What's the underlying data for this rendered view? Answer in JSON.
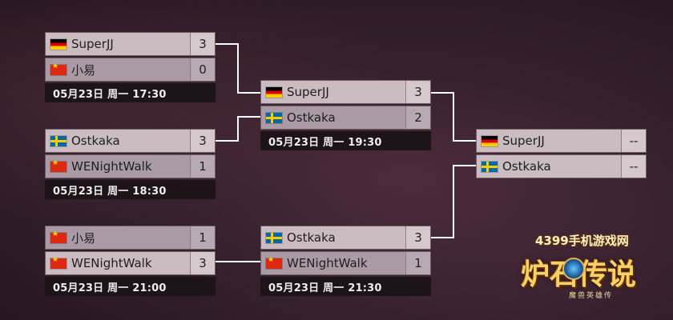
{
  "matches": [
    {
      "p1": {
        "name": "SuperJJ",
        "flag": "de",
        "score": "3"
      },
      "p2": {
        "name": "小易",
        "flag": "cn",
        "score": "0"
      },
      "time": "05月23日 周一 17:30"
    },
    {
      "p1": {
        "name": "Ostkaka",
        "flag": "se",
        "score": "3"
      },
      "p2": {
        "name": "WENightWalk",
        "flag": "cn",
        "score": "1"
      },
      "time": "05月23日 周一 18:30"
    },
    {
      "p1": {
        "name": "小易",
        "flag": "cn",
        "score": "1"
      },
      "p2": {
        "name": "WENightWalk",
        "flag": "cn",
        "score": "3"
      },
      "time": "05月23日 周一 21:00"
    },
    {
      "p1": {
        "name": "SuperJJ",
        "flag": "de",
        "score": "3"
      },
      "p2": {
        "name": "Ostkaka",
        "flag": "se",
        "score": "2"
      },
      "time": "05月23日 周一 19:30"
    },
    {
      "p1": {
        "name": "Ostkaka",
        "flag": "se",
        "score": "3"
      },
      "p2": {
        "name": "WENightWalk",
        "flag": "cn",
        "score": "1"
      },
      "time": "05月23日 周一 21:30"
    },
    {
      "p1": {
        "name": "SuperJJ",
        "flag": "de",
        "score": "--"
      },
      "p2": {
        "name": "Ostkaka",
        "flag": "se",
        "score": "--"
      }
    }
  ],
  "logo": {
    "site": "4399手机游戏网",
    "game": "炉石传说",
    "sub": "魔兽英雄传"
  },
  "colors": {
    "connector": "#ffffff",
    "time_bg": "#1d141a",
    "winner_row": "#cbbcc2",
    "loser_row": "#a99aa6"
  }
}
